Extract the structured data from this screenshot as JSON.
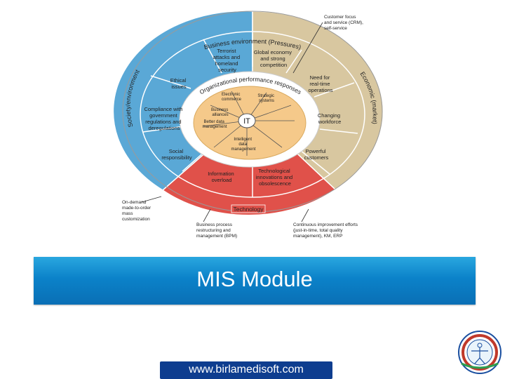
{
  "diagram": {
    "outer_ring": {
      "top": "Business environment (Pressures)",
      "left": "Society/environment",
      "right": "Economic (market)",
      "bottom": "Technology"
    },
    "inner_ring": "Organizational performance responses",
    "core": "IT",
    "segments": {
      "terrorist": [
        "Terrorist",
        "attacks and",
        "homeland",
        "security"
      ],
      "global_economy": [
        "Global economy",
        "and strong",
        "competition"
      ],
      "ethical": [
        "Ethical",
        "issues"
      ],
      "need_realtime": [
        "Need for",
        "real-time",
        "operations"
      ],
      "compliance": [
        "Compliance with",
        "government",
        "regulations and",
        "deregulations"
      ],
      "changing_workforce": [
        "Changing",
        "workforce"
      ],
      "social": [
        "Social",
        "responsibility"
      ],
      "powerful_customers": [
        "Powerful",
        "customers"
      ],
      "info_overload": [
        "Information",
        "overload"
      ],
      "tech_innovations": [
        "Technological",
        "innovations and",
        "obsolescence"
      ]
    },
    "core_items": {
      "ecommerce": [
        "Electronic",
        "commerce"
      ],
      "strategic": [
        "Strategic",
        "systems"
      ],
      "alliances": [
        "Business",
        "alliances"
      ],
      "data_mgmt": [
        "Better data",
        "management"
      ],
      "intelligent": [
        "Intelligent",
        "data",
        "management"
      ]
    },
    "notes": {
      "customer_focus": [
        "Customer focus",
        "and service (CRM),",
        "self-service"
      ],
      "on_demand": [
        "On-demand",
        "made-to-order",
        "mass",
        "customization"
      ],
      "bpm": [
        "Business process",
        "restructuring and",
        "management (BPM)"
      ],
      "continuous": [
        "Continuous improvement efforts",
        "(just-in-time, total quality",
        "management), KM, ERP"
      ]
    }
  },
  "banner": {
    "title": "MIS Module"
  },
  "footer": {
    "url": "www.birlamedisoft.com"
  },
  "colors": {
    "society": "#5aa8d6",
    "economic": "#d8c7a0",
    "technology": "#e0514a",
    "ring_white": "#ffffff",
    "responses": "#f5c98a",
    "banner": "#0b82c9",
    "url_box": "#0e3d8f"
  }
}
